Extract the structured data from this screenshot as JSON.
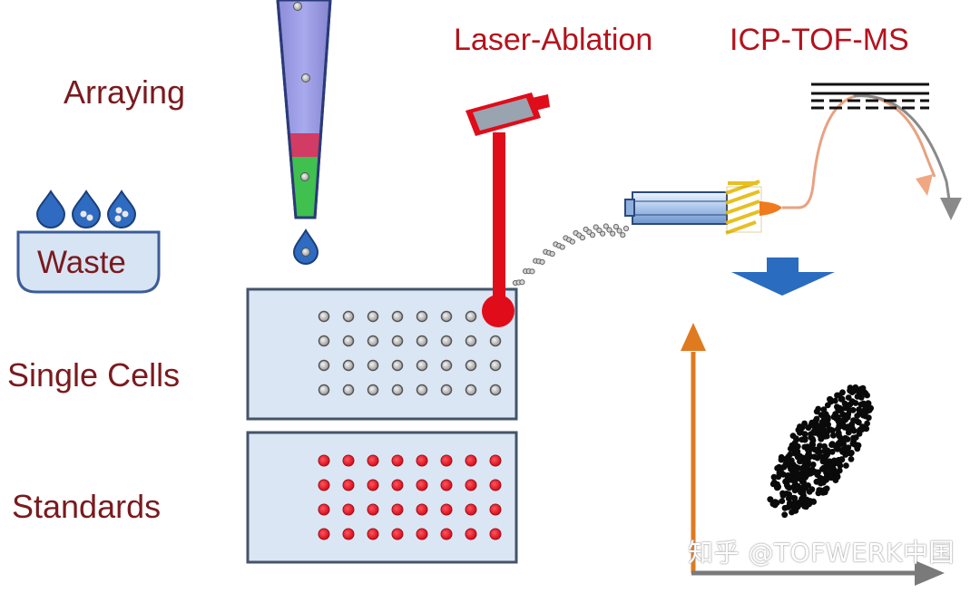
{
  "labels": {
    "arraying": "Arraying",
    "waste": "Waste",
    "single_cells": "Single Cells",
    "standards": "Standards",
    "laser_ablation": "Laser-Ablation",
    "icp_tof_ms": "ICP-TOF-MS"
  },
  "watermark": "知乎 @TOFWERK中国",
  "colors": {
    "label_dark_red": "#7a1a1e",
    "label_red": "#b4121c",
    "plate_fill": "#dbe6f4",
    "plate_border": "#44546a",
    "laser_red": "#e00c1a",
    "arrow_blue": "#2a6cc0",
    "axis_orange": "#e07a20",
    "axis_gray": "#7a7a7a"
  }
}
